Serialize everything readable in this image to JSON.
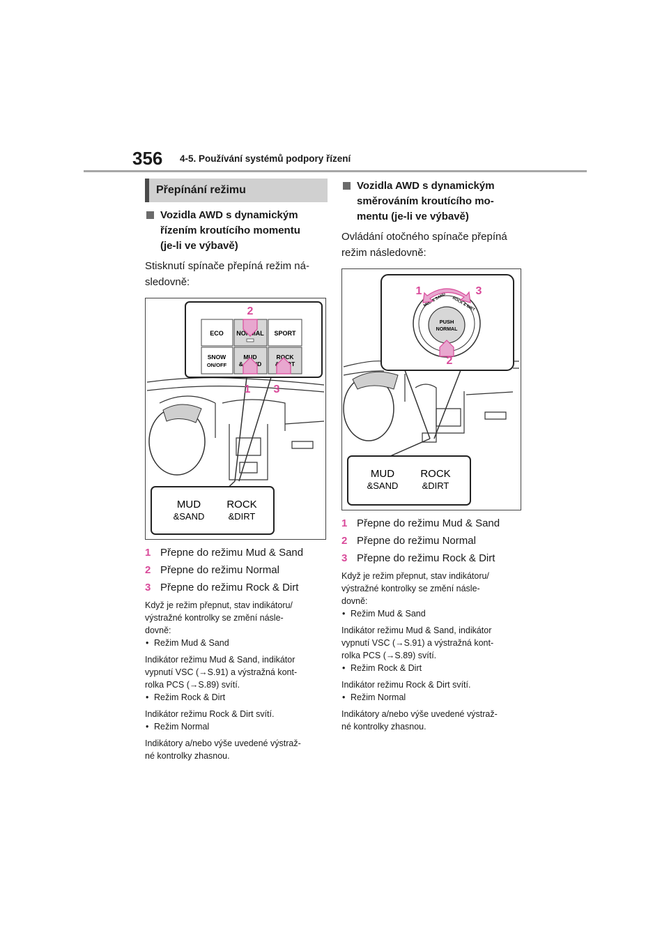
{
  "header": {
    "page_number": "356",
    "section": "4-5. Používání systémů podpory řízení"
  },
  "section_title": "Přepínání režimu",
  "left": {
    "heading_lines": [
      "Vozidla AWD s dynamickým",
      "řízením kroutícího momentu",
      "(je-li ve výbavě)"
    ],
    "intro_lines": [
      "Stisknutí spínače přepíná režim ná-",
      "sledovně:"
    ],
    "figure": {
      "buttons": {
        "eco": "ECO",
        "normal": "NORMAL",
        "sport": "SPORT",
        "snow": "SNOW",
        "on_off": "ON/OFF",
        "mud": "MUD",
        "and_sand": "& SAND",
        "rock": "ROCK",
        "and_dirt": "& DIRT"
      },
      "callouts": {
        "c1": "1",
        "c2": "2",
        "c3": "3"
      },
      "bottom": {
        "mud": "MUD",
        "sand": "&SAND",
        "rock": "ROCK",
        "dirt": "&DIRT"
      }
    },
    "steps": [
      {
        "num": "1",
        "text": "Přepne do režimu Mud & Sand"
      },
      {
        "num": "2",
        "text": "Přepne do režimu Normal"
      },
      {
        "num": "3",
        "text": "Přepne do režimu Rock & Dirt"
      }
    ],
    "notes_intro_lines": [
      "Když je režim přepnut, stav indikátoru/",
      "výstražné kontrolky se změní násle-",
      "dovně:"
    ],
    "bullet1": "Režim Mud & Sand",
    "p1_lines": [
      "Indikátor režimu Mud & Sand, indikátor",
      "vypnutí VSC (→S.91) a výstražná kont-",
      "rolka PCS (→S.89) svítí."
    ],
    "bullet2": "Režim Rock & Dirt",
    "p2": "Indikátor režimu Rock & Dirt svítí.",
    "bullet3": "Režim Normal",
    "p3_lines": [
      "Indikátory a/nebo výše uvedené výstraž-",
      "né kontrolky zhasnou."
    ]
  },
  "right": {
    "heading_lines": [
      "Vozidla AWD s dynamickým",
      "směrováním kroutícího mo-",
      "mentu (je-li ve výbavě)"
    ],
    "intro_lines": [
      "Ovládání otočného spínače přepíná",
      "režim následovně:"
    ],
    "figure": {
      "knob": {
        "push": "PUSH",
        "normal": "NORMAL",
        "mud_sand": "MUD & SAND",
        "rock_dirt": "ROCK & DIRT"
      },
      "callouts": {
        "c1": "1",
        "c2": "2",
        "c3": "3"
      },
      "bottom": {
        "mud": "MUD",
        "sand": "&SAND",
        "rock": "ROCK",
        "dirt": "&DIRT"
      }
    },
    "steps": [
      {
        "num": "1",
        "text": "Přepne do režimu Mud & Sand"
      },
      {
        "num": "2",
        "text": "Přepne do režimu Normal"
      },
      {
        "num": "3",
        "text": "Přepne do režimu Rock & Dirt"
      }
    ],
    "notes_intro_lines": [
      "Když je režim přepnut, stav indikátoru/",
      "výstražné kontrolky se změní násle-",
      "dovně:"
    ],
    "bullet1": "Režim Mud & Sand",
    "p1_lines": [
      "Indikátor režimu Mud & Sand, indikátor",
      "vypnutí VSC (→S.91) a výstražná kont-",
      "rolka PCS (→S.89) svítí."
    ],
    "bullet2": "Režim Rock & Dirt",
    "p2": "Indikátor režimu Rock & Dirt svítí.",
    "bullet3": "Režim Normal",
    "p3_lines": [
      "Indikátory a/nebo výše uvedené výstraž-",
      "né kontrolky zhasnou."
    ]
  },
  "colors": {
    "accent": "#d94a9a",
    "callout_fill": "#e8a7cf",
    "banner": "#d0d0d0",
    "rule": "#a6a6a6"
  }
}
